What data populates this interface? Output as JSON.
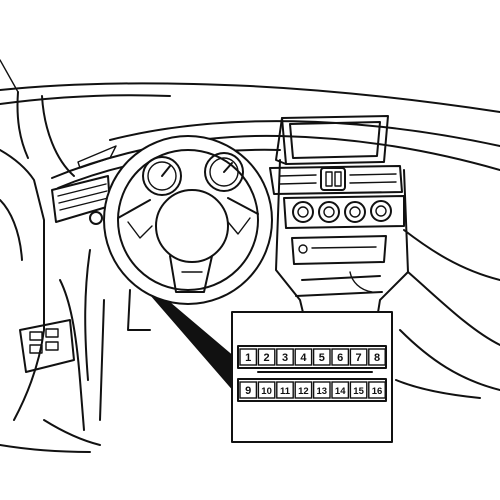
{
  "connector": {
    "pins_top": [
      "1",
      "2",
      "3",
      "4",
      "5",
      "6",
      "7",
      "8"
    ],
    "pins_bottom": [
      "9",
      "10",
      "11",
      "12",
      "13",
      "14",
      "15",
      "16"
    ]
  },
  "colors": {
    "line": "#111111",
    "background": "#ffffff"
  }
}
